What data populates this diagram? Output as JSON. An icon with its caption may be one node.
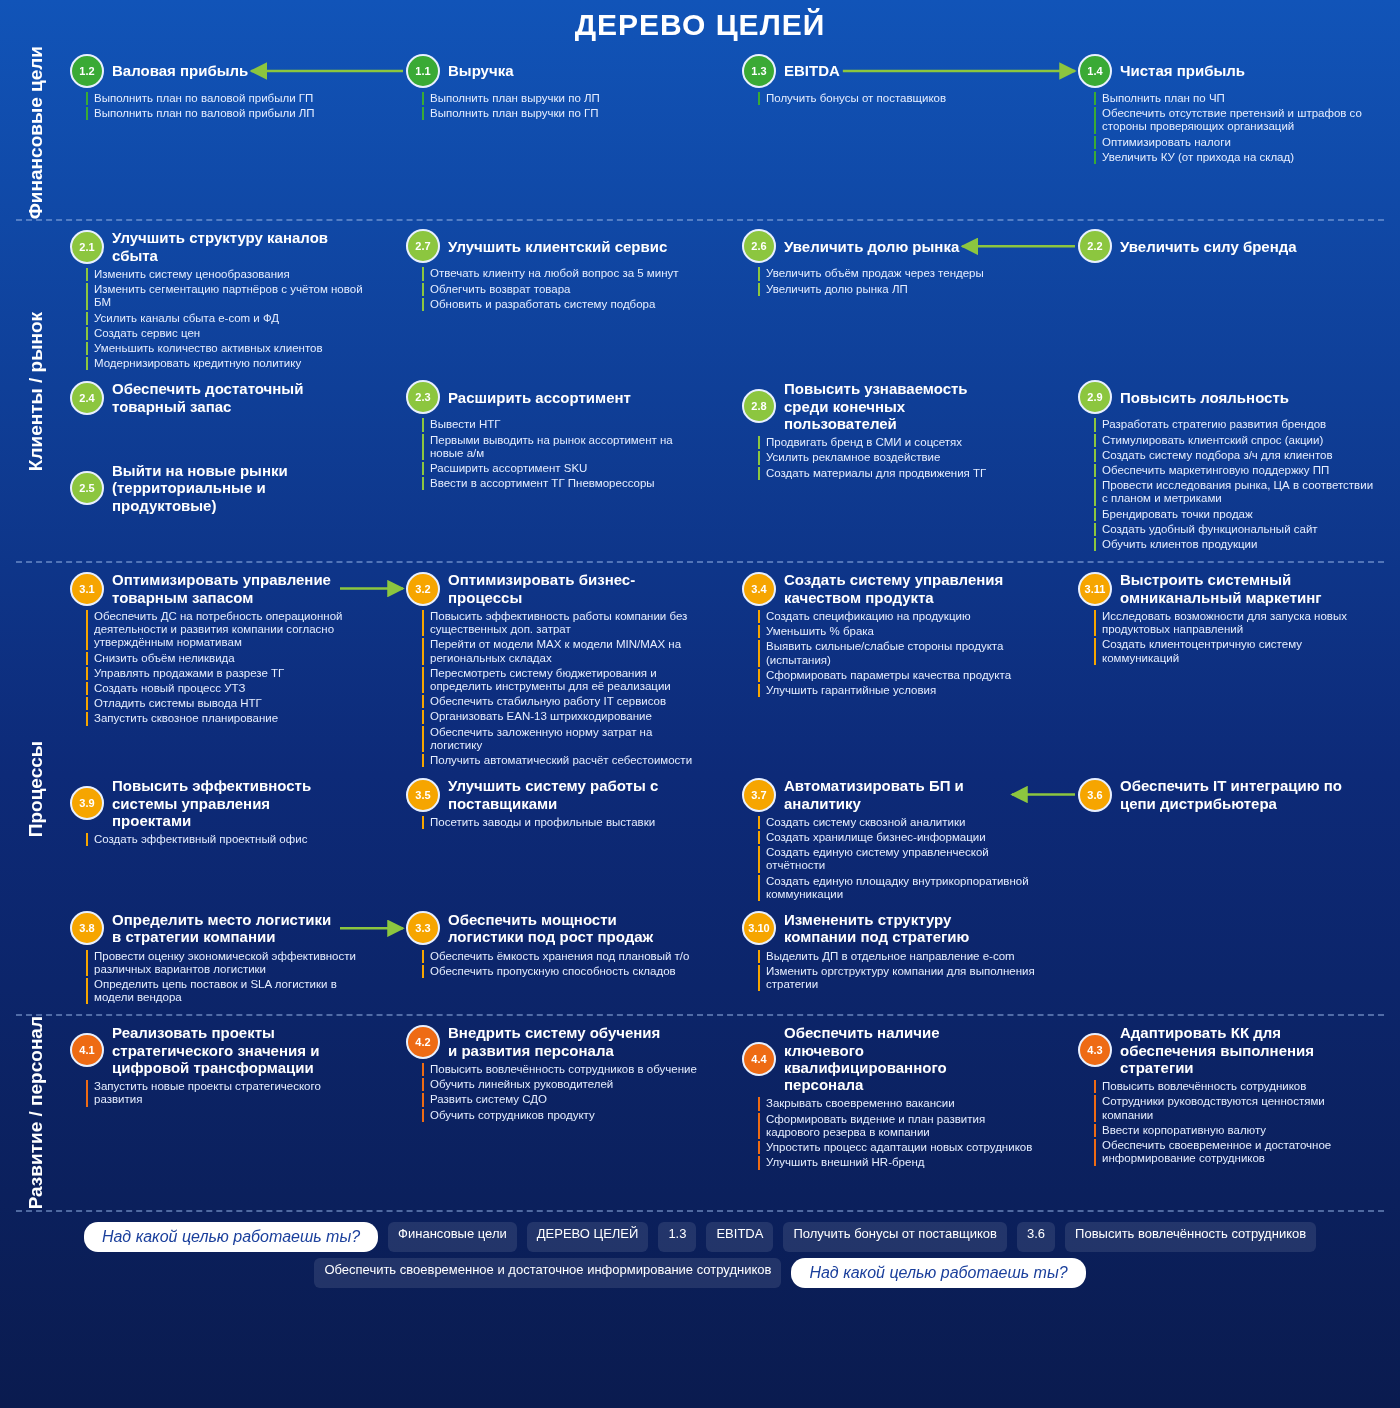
{
  "diagram": {
    "title": "ДЕРЕВО ЦЕЛЕЙ",
    "nodes": [
      {
        "text": [
          "Финансовые цели"
        ]
      },
      {
        "text": [
          "1.2",
          "Валовая прибыль"
        ],
        "beside": [
          "Выполнить план по валовой прибыли ГП",
          "Выполнить план по валовой прибыли ЛП"
        ],
        "in": 0
      },
      {
        "text": [
          "1.1",
          "Выручка"
        ],
        "beside": [
          "Выполнить план выручки по ЛП",
          "Выполнить план выручки по ГП"
        ],
        "in": 0
      },
      {
        "text": [
          "1.3",
          "EBITDA"
        ],
        "beside": [
          "Получить бонусы от поставщиков"
        ],
        "in": 0
      },
      {
        "text": [
          "1.4",
          "Чистая прибыль"
        ],
        "beside": [
          "Выполнить план по ЧП",
          "Обеспечить отсутствие претензий и штрафов со стороны проверяющих организаций",
          "Оптимизировать налоги",
          "Увеличить КУ (от прихода на склад)"
        ],
        "in": 0
      },
      {
        "text": [
          "Клиенты / рынок"
        ]
      },
      {
        "text": [
          "2.1",
          "Улучшить структуру каналов сбыта"
        ],
        "beside": [
          "Изменить систему ценообразования",
          "Изменить сегментацию партнёров с учётом новой БМ",
          "Усилить каналы сбыта e-com и ФД",
          "Создать сервис цен",
          "Уменьшить количество активных клиентов",
          "Модернизировать кредитную политику"
        ],
        "in": 5
      },
      {
        "text": [
          "2.7",
          "Улучшить клиентский сервис"
        ],
        "beside": [
          "Отвечать клиенту на любой вопрос за 5 минут",
          "Облегчить возврат товара",
          "Обновить и разработать систему подбора"
        ],
        "in": 5
      },
      {
        "text": [
          "2.6",
          "Увеличить долю рынка"
        ],
        "beside": [
          "Увеличить объём продаж через тендеры",
          "Увеличить долю рынка ЛП"
        ],
        "in": 5
      },
      {
        "text": [
          "2.2",
          "Увеличить силу бренда"
        ],
        "in": 5
      },
      {
        "text": [
          "2.4",
          "Обеспечить достаточный товарный запас"
        ],
        "in": 5
      },
      {
        "text": [
          "2.3",
          "Расширить ассортимент"
        ],
        "beside": [
          "Вывести НТГ",
          "Первыми выводить на рынок ассортимент на новые а/м",
          "Расширить ассортимент SKU",
          "Ввести в ассортимент ТГ Пневморессоры"
        ],
        "in": 5
      },
      {
        "text": [
          "2.8",
          "Повысить узнаваемость среди конечных пользователей"
        ],
        "beside": [
          "Продвигать бренд в СМИ и соцсетях",
          "Усилить рекламное воздействие",
          "Создать материалы для продвижения ТГ"
        ],
        "in": 5
      },
      {
        "text": [
          "2.9",
          "Повысить лояльность"
        ],
        "beside": [
          "Разработать стратегию развития брендов",
          "Стимулировать клиентский спрос (акции)",
          "Создать систему подбора з/ч для клиентов",
          "Обеспечить маркетинговую поддержку ПП",
          "Провести исследования рынка, ЦА в соответствии с планом и метриками",
          "Брендировать точки продаж",
          "Создать удобный функциональный сайт",
          "Обучить клиентов продукции"
        ],
        "in": 5
      },
      {
        "text": [
          "2.5",
          "Выйти на новые рынки (территориальные и продуктовые)"
        ],
        "in": 5
      },
      {
        "text": [
          "Процессы"
        ]
      },
      {
        "text": [
          "3.1",
          "Оптимизировать управление товарным запасом"
        ],
        "beside": [
          "Обеспечить ДС на потребность операционной деятельности и развития компании согласно утверждённым нормативам",
          "Снизить объём неликвида",
          "Управлять продажами в разрезе ТГ",
          "Создать новый процесс УТЗ",
          "Отладить системы вывода НТГ",
          "Запустить сквозное планирование"
        ],
        "in": 15
      },
      {
        "text": [
          "3.2",
          "Оптимизировать бизнес-процессы"
        ],
        "beside": [
          "Повысить эффективность работы компании без существенных доп. затрат",
          "Перейти от модели MAX к модели MIN/MAX на региональных складах",
          "Пересмотреть систему бюджетирования и определить инструменты для её реализации",
          "Обеспечить стабильную работу IT сервисов",
          "Организовать EAN-13 штрихкодирование",
          "Обеспечить заложенную норму затрат на логистику",
          "Получить автоматический расчёт себестоимости"
        ],
        "in": 15
      },
      {
        "text": [
          "3.4",
          "Создать систему управления качеством продукта"
        ],
        "beside": [
          "Создать спецификацию на продукцию",
          "Уменьшить % брака",
          "Выявить сильные/слабые стороны продукта (испытания)",
          "Сформировать параметры качества продукта",
          "Улучшить гарантийные условия"
        ],
        "in": 15
      },
      {
        "text": [
          "3.11",
          "Выстроить системный омниканальный маркетинг"
        ],
        "beside": [
          "Исследовать возможности для запуска новых продуктовых направлений",
          "Создать клиентоцентричную систему коммуникаций"
        ],
        "in": 15
      },
      {
        "text": [
          "3.9",
          "Повысить эффективность системы управления проектами"
        ],
        "beside": [
          "Создать эффективный проектный офис"
        ],
        "in": 15
      },
      {
        "text": [
          "3.5",
          "Улучшить систему работы с поставщиками"
        ],
        "beside": [
          "Посетить заводы и профильные выставки"
        ],
        "in": 15
      },
      {
        "text": [
          "3.7",
          "Автоматизировать БП и аналитику"
        ],
        "beside": [
          "Создать систему сквозной аналитики",
          "Создать хранилище бизнес-информации",
          "Создать единую систему управленческой отчётности",
          "Создать единую площадку внутрикорпоративной коммуникации"
        ],
        "in": 15
      },
      {
        "text": [
          "3.8",
          "Определить место логистики в стратегии компании"
        ],
        "beside": [
          "Провести оценку экономической эффективности различных вариантов логистики",
          "Определить цепь поставок и SLA логистики в модели вендора"
        ],
        "in": 15
      },
      {
        "text": [
          "3.6",
          "Обеспечить IT интеграцию по цепи дистрибьютера"
        ],
        "in": 15
      },
      {
        "text": [
          "3.3",
          "Обеспечить мощности логистики под рост продаж"
        ],
        "beside": [
          "Обеспечить ёмкость хранения под плановый т/о",
          "Обеспечить пропускную способность складов"
        ],
        "in": 15
      },
      {
        "text": [
          "3.10",
          "Измененить структуру компании под стратегию"
        ],
        "beside": [
          "Выделить ДП в отдельное направление e-com",
          "Изменить оргструктуру компании для выполнения стратегии"
        ],
        "in": 15
      },
      {
        "text": [
          "Развитие / персонал"
        ]
      },
      {
        "text": [
          "4.1",
          "Реализовать проекты стратегического значения и цифровой трансформации"
        ],
        "beside": [
          "Запустить новые проекты стратегического развития"
        ],
        "in": 27
      },
      {
        "text": [
          "4.2",
          "Внедрить систему обучения и развития персонала"
        ],
        "beside": [
          "Повысить вовлечённость сотрудников в обучение",
          "Обучить линейных руководителей",
          "Развить систему СДО",
          "Обучить сотрудников продукту"
        ],
        "in": 27
      },
      {
        "text": [
          "4.4",
          "Обеспечить наличие ключевого квалифицированного персонала"
        ],
        "beside": [
          "Закрывать своевременно вакансии",
          "Сформировать видение и план развития кадрового резерва в компании",
          "Упростить процесс адаптации новых сотрудников",
          "Улучшить внешний HR-бренд"
        ],
        "in": 27
      },
      {
        "text": [
          "4.3",
          "Адаптировать КК для обеспечения выполнения стратегии"
        ],
        "beside": [
          "Повысить вовлечённость сотрудников",
          "Сотрудники руководствуются ценностями компании",
          "Ввести корпоративную валюту",
          "Обеспечить своевременное и достаточное информирование сотрудников"
        ],
        "in": 27
      }
    ],
    "edges": [
      {
        "from": 2,
        "to": 1,
        "arrow": "to"
      },
      {
        "from": 3,
        "to": 4,
        "arrow": "to"
      },
      {
        "from": 9,
        "to": 8,
        "arrow": "to"
      },
      {
        "from": 16,
        "to": 17,
        "arrow": "to"
      },
      {
        "from": 24,
        "to": 22,
        "arrow": "to"
      },
      {
        "from": 23,
        "to": 25,
        "arrow": "to"
      }
    ],
    "labels": [
      "Над какой целью работаешь ты?",
      "Финансовые цели",
      "ДЕРЕВО ЦЕЛЕЙ",
      "1.3",
      "EBITDA",
      "Получить бонусы от поставщиков",
      "3.6",
      "Повысить вовлечённость сотрудников",
      "Обеспечить своевременное и достаточное информирование сотрудников",
      "Над какой целью работаешь ты?"
    ]
  }
}
